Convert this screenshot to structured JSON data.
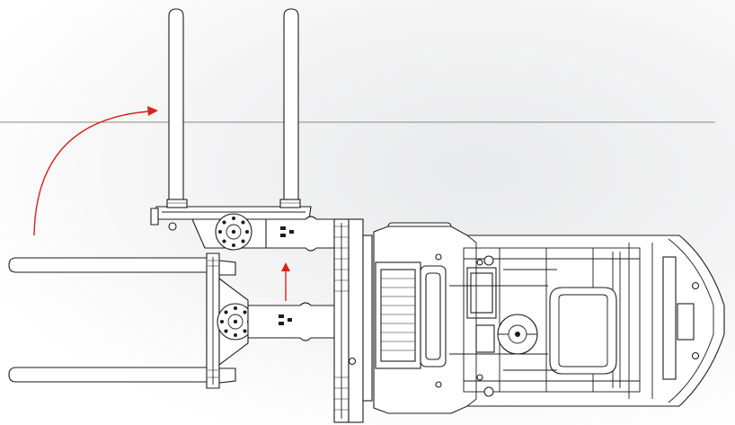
{
  "diagram": {
    "subject": "forklift-attachment-rotation",
    "colors": {
      "line": "#1c1c1c",
      "arrow": "#d62418",
      "background": "#f2f2f3",
      "horizon": "#8a8a8a"
    },
    "arrows": [
      {
        "name": "rotation-arrow",
        "direction": "clockwise-up"
      },
      {
        "name": "lift-arrow",
        "direction": "up"
      }
    ]
  }
}
